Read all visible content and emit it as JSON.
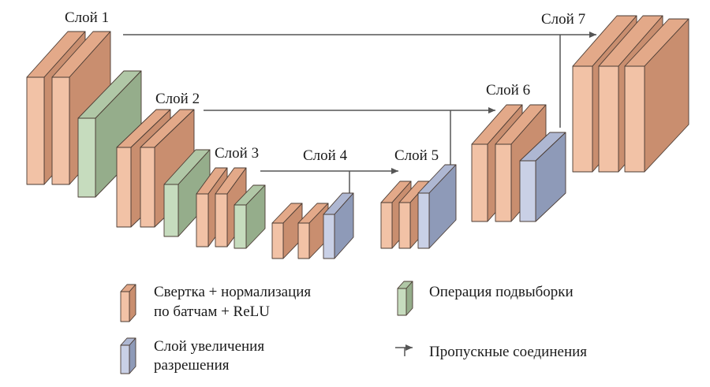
{
  "layers": [
    {
      "id": "layer-1",
      "label": "Слой 1"
    },
    {
      "id": "layer-2",
      "label": "Слой 2"
    },
    {
      "id": "layer-3",
      "label": "Слой 3"
    },
    {
      "id": "layer-4",
      "label": "Слой 4"
    },
    {
      "id": "layer-5",
      "label": "Слой 5"
    },
    {
      "id": "layer-6",
      "label": "Слой 6"
    },
    {
      "id": "layer-7",
      "label": "Слой 7"
    }
  ],
  "legend": {
    "conv": {
      "line1": "Свертка + нормализация",
      "line2": "по батчам + ReLU",
      "color": "#f2c2a6"
    },
    "upsample": {
      "line1": "Слой увеличения",
      "line2": "разрешения",
      "color": "#c9d0e6"
    },
    "downsample": {
      "line1": "Операция подвыборки",
      "color": "#c6dcbe"
    },
    "skip": {
      "line1": "Пропускные соединения"
    }
  },
  "colors": {
    "conv_front": "#f2c2a6",
    "conv_side": "#c98e6f",
    "conv_top": "#e3a989",
    "down_front": "#c6dcbe",
    "down_side": "#95ad8b",
    "down_top": "#b0c7a6",
    "up_front": "#c9d0e6",
    "up_side": "#8e9ab8",
    "up_top": "#aeb7d2",
    "edge": "#4a3b33",
    "line": "#555555"
  }
}
